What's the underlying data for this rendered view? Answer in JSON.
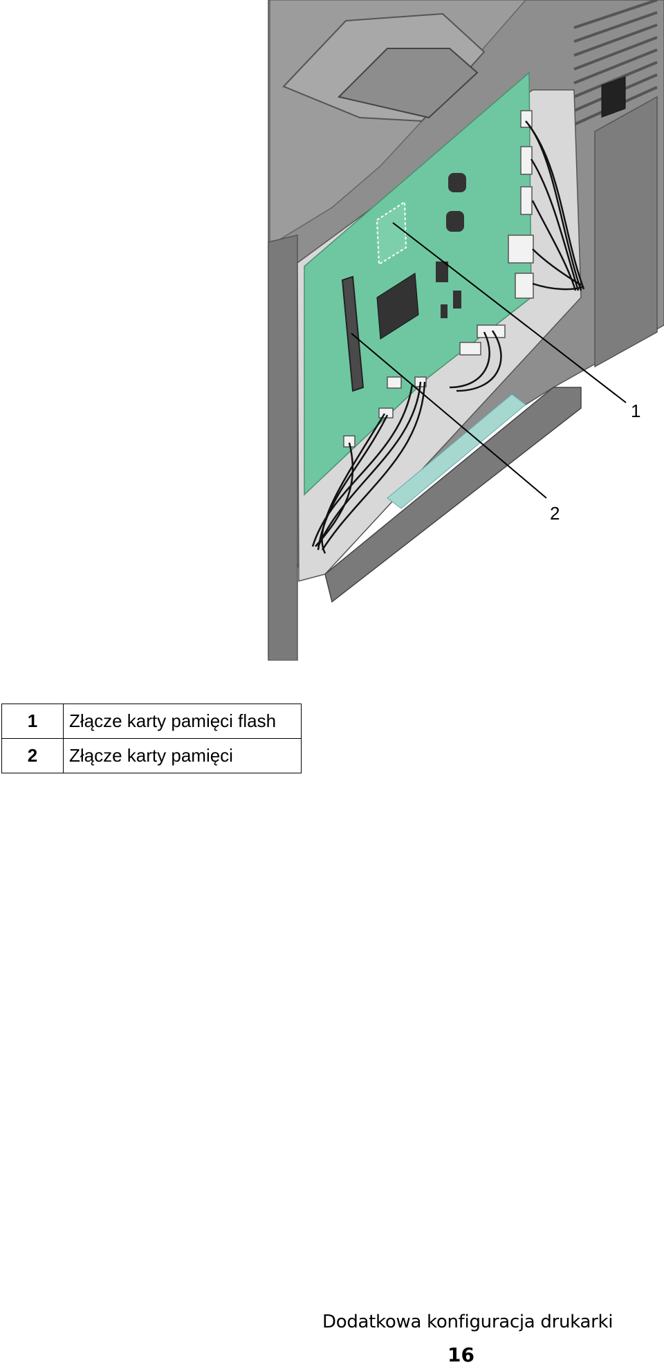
{
  "illustration": {
    "callouts": [
      "1",
      "2"
    ],
    "colors": {
      "board": "#6fc7a2",
      "body": "#8e8e8e",
      "body_dark": "#6d6d6d",
      "inner": "#d8d8d8",
      "accent": "#a6d8d0"
    }
  },
  "legend": {
    "rows": [
      {
        "num": "1",
        "label": "Złącze karty pamięci flash"
      },
      {
        "num": "2",
        "label": "Złącze karty pamięci"
      }
    ]
  },
  "footer": {
    "section_title": "Dodatkowa konfiguracja drukarki",
    "page_number": "16"
  }
}
